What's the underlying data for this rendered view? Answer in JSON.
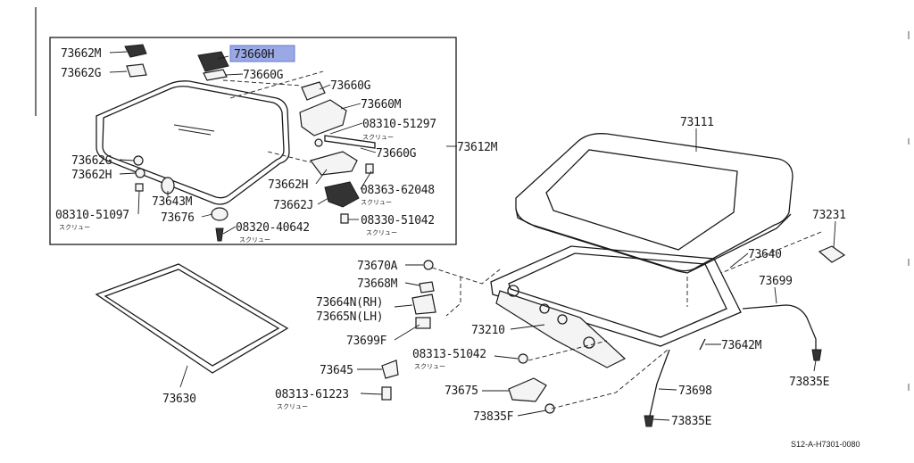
{
  "diagram": {
    "highlight_color": "#9aa8e6",
    "catalog_code": "S12-A-H7301-0080",
    "screw_note": "スクリュー",
    "labels": {
      "p73662M_a": "73662M",
      "p73662G_a": "73662G",
      "p73660H": "73660H",
      "p73660G_a": "73660G",
      "p73660G_b": "73660G",
      "p73660M": "73660M",
      "p08310_51297": "08310-51297",
      "p73660G_c": "73660G",
      "p73612M": "73612M",
      "p73662G_b": "73662G",
      "p73662H_a": "73662H",
      "p73662H_b": "73662H",
      "p08363_62048": "08363-62048",
      "p73643M": "73643M",
      "p73662J": "73662J",
      "p08310_51097": "08310-51097",
      "p73676": "73676",
      "p08330_51042": "08330-51042",
      "p08320_40642": "08320-40642",
      "p73111": "73111",
      "p73231": "73231",
      "p73640": "73640",
      "p73699": "73699",
      "p73670A": "73670A",
      "p73668M": "73668M",
      "p73664N": "73664N(RH)",
      "p73665N": "73665N(LH)",
      "p73699F": "73699F",
      "p73210": "73210",
      "p73642M": "73642M",
      "p73835E_a": "73835E",
      "p08313_51042": "08313-51042",
      "p73645": "73645",
      "p73630": "73630",
      "p08313_61223": "08313-61223",
      "p73675": "73675",
      "p73698": "73698",
      "p73835F": "73835F",
      "p73835E_b": "73835E"
    }
  }
}
